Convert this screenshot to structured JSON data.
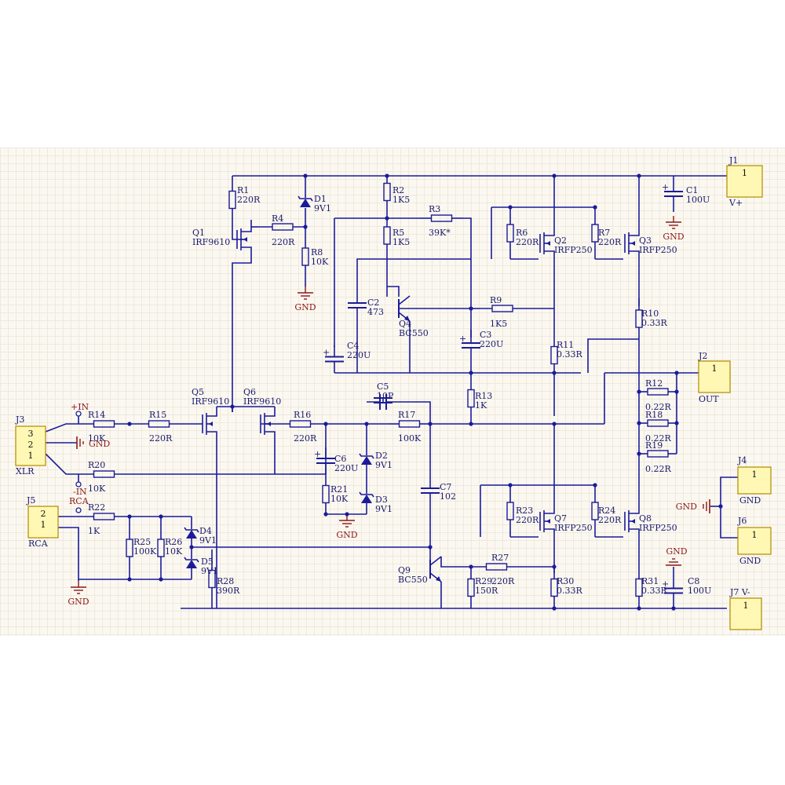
{
  "colors": {
    "wire": "#1b1b9a",
    "ground": "#8b1a1a",
    "connector_fill": "#fff8b5",
    "connector_stroke": "#b08a00",
    "junction": "#1b1b9a",
    "diode_fill": "#1b1b9a"
  },
  "connectors": {
    "j1": {
      "ref": "J1",
      "pin": "1",
      "net": "V+"
    },
    "j2": {
      "ref": "J2",
      "pin": "1",
      "net": "OUT"
    },
    "j3": {
      "ref": "J3",
      "pins": [
        "3",
        "2",
        "1"
      ],
      "net": "XLR"
    },
    "j4": {
      "ref": "J4",
      "pin": "1",
      "net": "GND"
    },
    "j5": {
      "ref": "J5",
      "pins": [
        "2",
        "1"
      ],
      "net": "RCA"
    },
    "j6": {
      "ref": "J6",
      "pin": "1",
      "net": "GND"
    },
    "j7": {
      "ref": "J7 V-",
      "pin": "1"
    }
  },
  "ports": {
    "plus_in": "+IN",
    "minus_in": "-IN",
    "rca": "RCA",
    "gnd_label": "GND",
    "gnd_arrow": "GND"
  },
  "resistors": {
    "r1": {
      "ref": "R1",
      "value": "220R"
    },
    "r2": {
      "ref": "R2",
      "value": "1K5"
    },
    "r3": {
      "ref": "R3",
      "value": "39K*"
    },
    "r4": {
      "ref": "R4",
      "value": "220R"
    },
    "r5": {
      "ref": "R5",
      "value": "1K5"
    },
    "r6": {
      "ref": "R6",
      "value": "220R"
    },
    "r7": {
      "ref": "R7",
      "value": "220R"
    },
    "r8": {
      "ref": "R8",
      "value": "10K"
    },
    "r9": {
      "ref": "R9",
      "value": "1K5"
    },
    "r10": {
      "ref": "R10",
      "value": "0.33R"
    },
    "r11": {
      "ref": "R11",
      "value": "0.33R"
    },
    "r12": {
      "ref": "R12",
      "value": "0.22R"
    },
    "r13": {
      "ref": "R13",
      "value": "1K"
    },
    "r14": {
      "ref": "R14",
      "value": "10K"
    },
    "r15": {
      "ref": "R15",
      "value": "220R"
    },
    "r16": {
      "ref": "R16",
      "value": "220R"
    },
    "r17": {
      "ref": "R17",
      "value": "100K"
    },
    "r18": {
      "ref": "R18",
      "value": "0.22R"
    },
    "r19": {
      "ref": "R19",
      "value": "0.22R"
    },
    "r20": {
      "ref": "R20",
      "value": "10K"
    },
    "r21": {
      "ref": "R21",
      "value": "10K"
    },
    "r22": {
      "ref": "R22",
      "value": "1K"
    },
    "r23": {
      "ref": "R23",
      "value": "220R"
    },
    "r24": {
      "ref": "R24",
      "value": "220R"
    },
    "r25": {
      "ref": "R25",
      "value": "100K"
    },
    "r26": {
      "ref": "R26",
      "value": "10K"
    },
    "r27": {
      "ref": "R27",
      "value": "220R"
    },
    "r28": {
      "ref": "R28",
      "value": "390R"
    },
    "r29": {
      "ref": "R29",
      "value": "150R"
    },
    "r30": {
      "ref": "R30",
      "value": "0.33R"
    },
    "r31": {
      "ref": "R31",
      "value": "0.33R"
    }
  },
  "capacitors": {
    "c1": {
      "ref": "C1",
      "value": "100U"
    },
    "c2": {
      "ref": "C2",
      "value": "473"
    },
    "c3": {
      "ref": "C3",
      "value": "220U"
    },
    "c4": {
      "ref": "C4",
      "value": "220U"
    },
    "c5": {
      "ref": "C5",
      "value": "10P"
    },
    "c6": {
      "ref": "C6",
      "value": "220U"
    },
    "c7": {
      "ref": "C7",
      "value": "102"
    },
    "c8": {
      "ref": "C8",
      "value": "100U"
    }
  },
  "diodes": {
    "d1": {
      "ref": "D1",
      "value": "9V1"
    },
    "d2": {
      "ref": "D2",
      "value": "9V1"
    },
    "d3": {
      "ref": "D3",
      "value": "9V1"
    },
    "d4": {
      "ref": "D4",
      "value": "9V1"
    },
    "d5": {
      "ref": "D5",
      "value": "9V1"
    }
  },
  "transistors": {
    "q1": {
      "ref": "Q1",
      "value": "IRF9610"
    },
    "q2": {
      "ref": "Q2",
      "value": "IRFP250"
    },
    "q3": {
      "ref": "Q3",
      "value": "IRFP250"
    },
    "q4": {
      "ref": "Q4",
      "value": "BC550"
    },
    "q5": {
      "ref": "Q5",
      "value": "IRF9610"
    },
    "q6": {
      "ref": "Q6",
      "value": "IRF9610"
    },
    "q7": {
      "ref": "Q7",
      "value": "IRFP250"
    },
    "q8": {
      "ref": "Q8",
      "value": "IRFP250"
    },
    "q9": {
      "ref": "Q9",
      "value": "BC550"
    }
  }
}
